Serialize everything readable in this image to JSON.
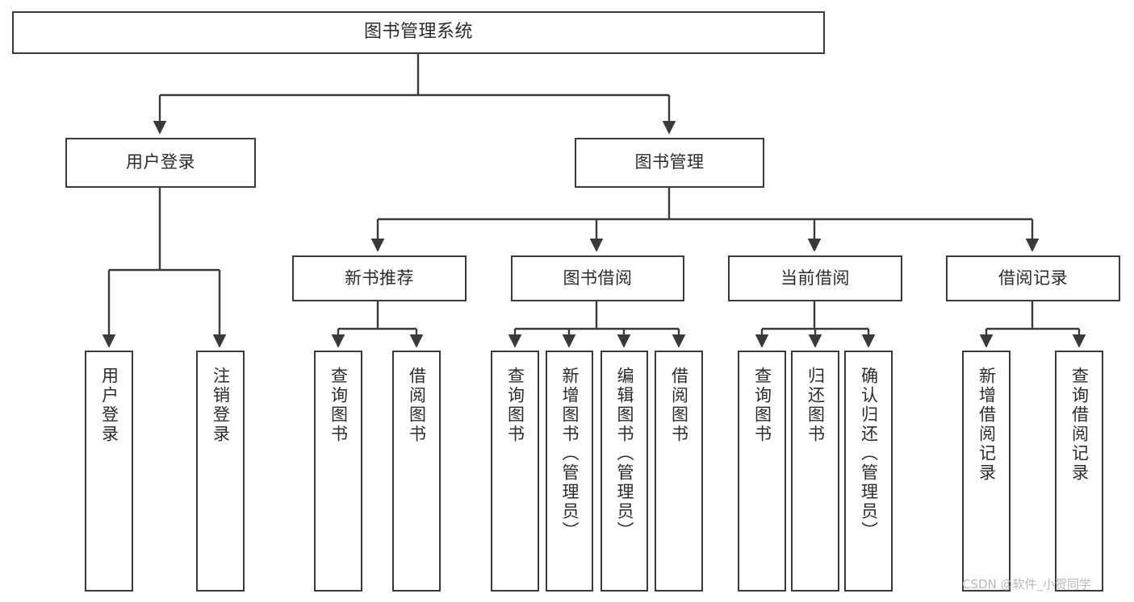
{
  "diagram": {
    "kind": "tree-hierarchy-chart",
    "root": {
      "id": "root",
      "label": "图书管理系统"
    },
    "level2": [
      {
        "id": "user-login",
        "label": "用户登录"
      },
      {
        "id": "book-manage",
        "label": "图书管理"
      }
    ],
    "level3": [
      {
        "id": "new-book-rec",
        "label": "新书推荐",
        "parent": "book-manage"
      },
      {
        "id": "book-borrow",
        "label": "图书借阅",
        "parent": "book-manage"
      },
      {
        "id": "current-borrow",
        "label": "当前借阅",
        "parent": "book-manage"
      },
      {
        "id": "borrow-record",
        "label": "借阅记录",
        "parent": "book-manage"
      }
    ],
    "leaves": [
      {
        "id": "leaf-user-login",
        "label": "用户登录",
        "parent": "user-login"
      },
      {
        "id": "leaf-user-logout",
        "label": "注销登录",
        "parent": "user-login"
      },
      {
        "id": "leaf-query-book-1",
        "label": "查询图书",
        "parent": "new-book-rec"
      },
      {
        "id": "leaf-borrow-book-1",
        "label": "借阅图书",
        "parent": "new-book-rec"
      },
      {
        "id": "leaf-query-book-2",
        "label": "查询图书",
        "parent": "book-borrow"
      },
      {
        "id": "leaf-add-book",
        "label": "新增图书（管理员）",
        "parent": "book-borrow"
      },
      {
        "id": "leaf-edit-book",
        "label": "编辑图书（管理员）",
        "parent": "book-borrow"
      },
      {
        "id": "leaf-borrow-book-2",
        "label": "借阅图书",
        "parent": "book-borrow"
      },
      {
        "id": "leaf-query-book-3",
        "label": "查询图书",
        "parent": "current-borrow"
      },
      {
        "id": "leaf-return-book",
        "label": "归还图书",
        "parent": "current-borrow"
      },
      {
        "id": "leaf-confirm-return",
        "label": "确认归还（管理员）",
        "parent": "current-borrow"
      },
      {
        "id": "leaf-add-record",
        "label": "新增借阅记录",
        "parent": "borrow-record"
      },
      {
        "id": "leaf-query-record",
        "label": "查询借阅记录",
        "parent": "borrow-record"
      }
    ],
    "watermark": "CSDN @软件_小贺同学",
    "colors": {
      "stroke": "#3a3a3a",
      "box_fill": "#ffffff",
      "text": "#2b2b2b",
      "watermark": "#b9b9b9",
      "background": "#ffffff"
    }
  }
}
